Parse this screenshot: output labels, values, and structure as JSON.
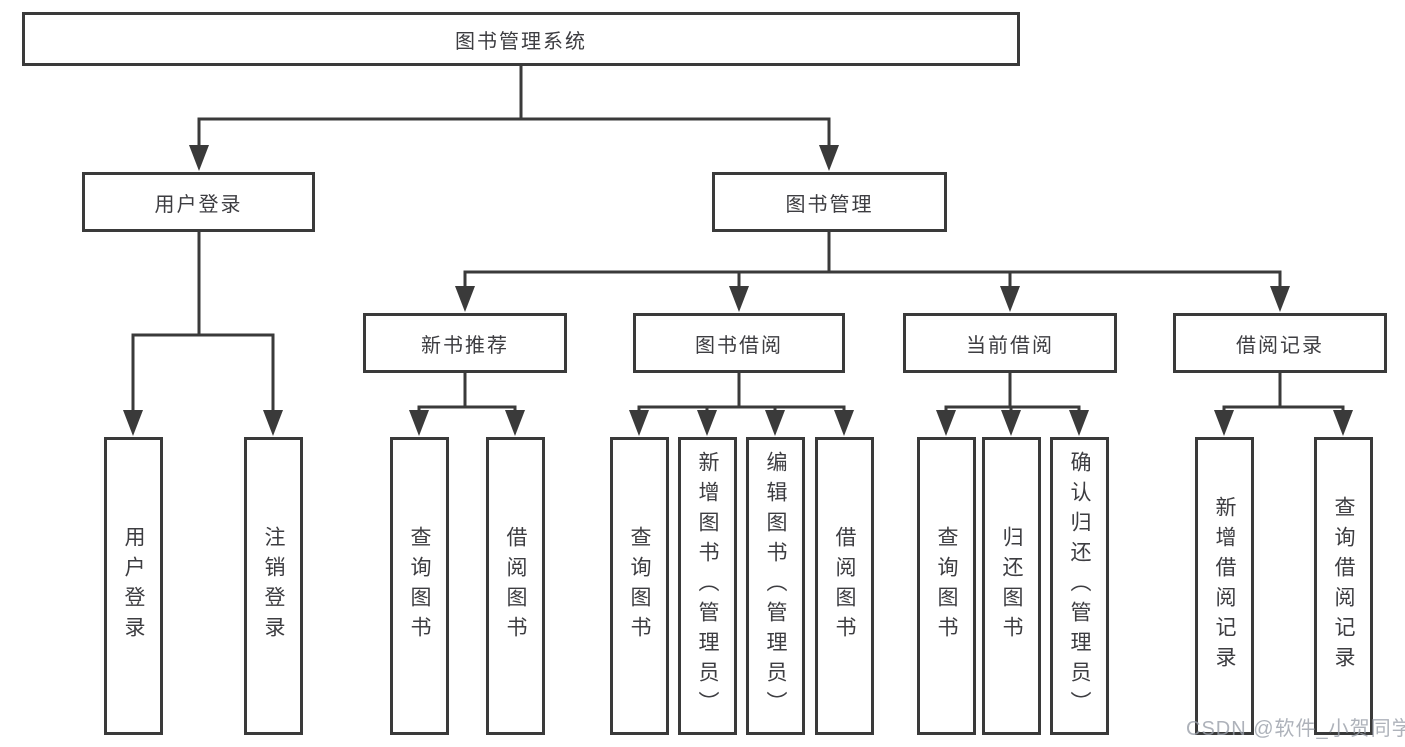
{
  "diagram_type": "hierarchy-tree",
  "root": {
    "label": "图书管理系统"
  },
  "level2": [
    {
      "label": "用户登录",
      "children": [
        "用户登录",
        "注销登录"
      ]
    },
    {
      "label": "图书管理",
      "children": [
        "新书推荐",
        "图书借阅",
        "当前借阅",
        "借阅记录"
      ]
    }
  ],
  "level3": [
    {
      "label": "新书推荐",
      "children": [
        "查询图书",
        "借阅图书"
      ]
    },
    {
      "label": "图书借阅",
      "children": [
        "查询图书",
        "新增图书（管理员）",
        "编辑图书（管理员）",
        "借阅图书"
      ]
    },
    {
      "label": "当前借阅",
      "children": [
        "查询图书",
        "归还图书",
        "确认归还（管理员）"
      ]
    },
    {
      "label": "借阅记录",
      "children": [
        "新增借阅记录",
        "查询借阅记录"
      ]
    }
  ],
  "watermark": {
    "text": "CSDN @软件_小贺同学"
  },
  "colors": {
    "line": "#3a3a3a",
    "text": "#3d3d41",
    "background": "#ffffff",
    "watermark": "#9aa0aa"
  }
}
